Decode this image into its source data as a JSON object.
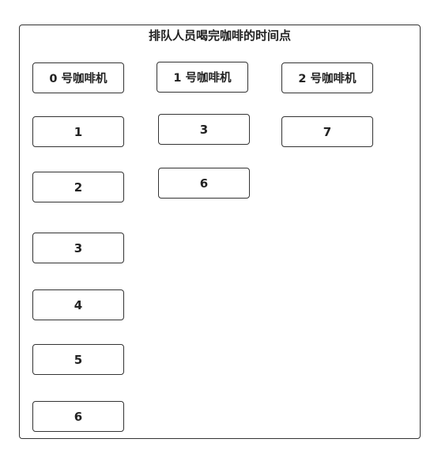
{
  "title": "排队人员喝完咖啡的时间点",
  "machines": [
    {
      "label": "0 号咖啡机",
      "times": [
        "1",
        "2",
        "3",
        "4",
        "5",
        "6"
      ]
    },
    {
      "label": "1 号咖啡机",
      "times": [
        "3",
        "6"
      ]
    },
    {
      "label": "2 号咖啡机",
      "times": [
        "7"
      ]
    }
  ]
}
